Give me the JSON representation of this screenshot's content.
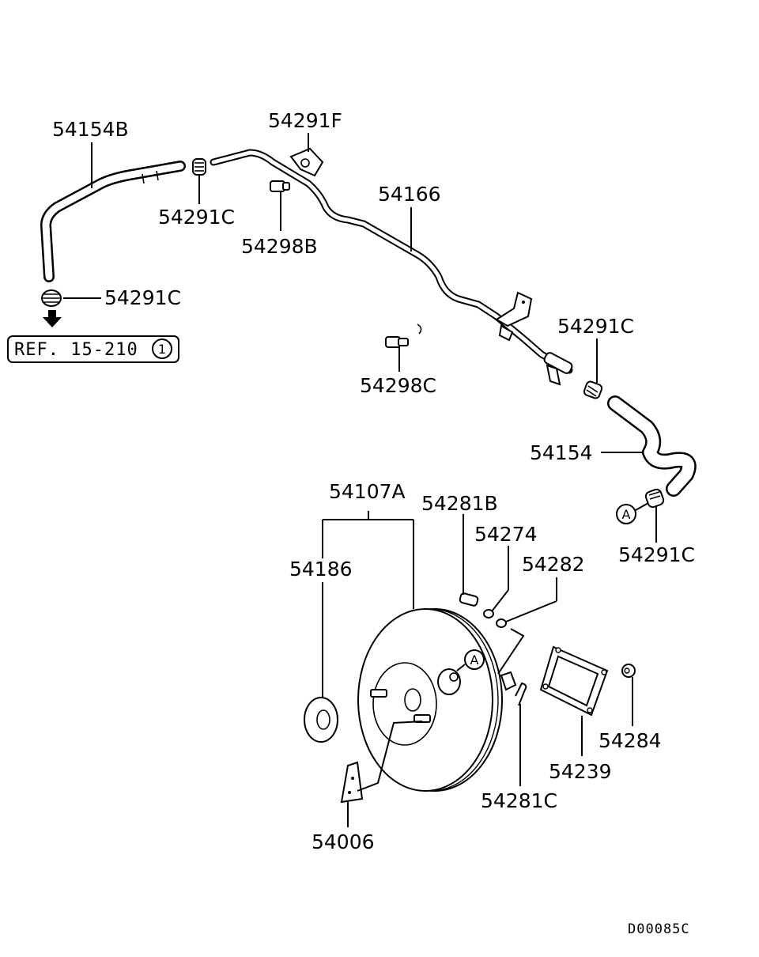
{
  "labels": {
    "p54154B": "54154B",
    "p54291F": "54291F",
    "p54291C_top": "54291C",
    "p54298B": "54298B",
    "p54166": "54166",
    "p54291C_left": "54291C",
    "p54298C": "54298C",
    "p54291C_right": "54291C",
    "p54154": "54154",
    "p54107A": "54107A",
    "p54281B": "54281B",
    "p54274": "54274",
    "p54282": "54282",
    "p54291C_bottom": "54291C",
    "p54186": "54186",
    "p54284": "54284",
    "p54239": "54239",
    "p54281C": "54281C",
    "p54006": "54006"
  },
  "reference": {
    "text": "REF. 15-210",
    "index": "1"
  },
  "markers": {
    "connection_a_right": "A",
    "connection_a_booster": "A"
  },
  "diagram_code": "D00085C"
}
